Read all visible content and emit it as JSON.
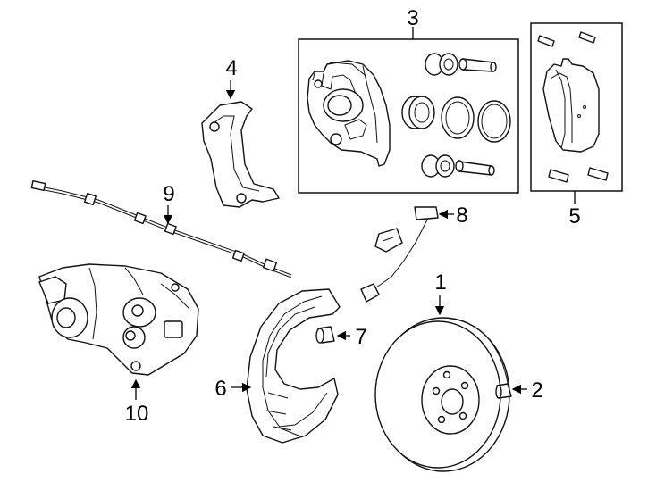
{
  "callouts": [
    {
      "id": "1",
      "part": "rotor"
    },
    {
      "id": "2",
      "part": "rotor-screw"
    },
    {
      "id": "3",
      "part": "caliper-kit"
    },
    {
      "id": "4",
      "part": "caliper-bracket"
    },
    {
      "id": "5",
      "part": "pad-kit"
    },
    {
      "id": "6",
      "part": "splash-shield"
    },
    {
      "id": "7",
      "part": "shield-bolt"
    },
    {
      "id": "8",
      "part": "wear-sensor"
    },
    {
      "id": "9",
      "part": "abs-sensor-wire"
    },
    {
      "id": "10",
      "part": "parking-brake-motor"
    }
  ],
  "colors": {
    "line": "#111111",
    "background": "#ffffff",
    "fill": "#ffffff"
  }
}
